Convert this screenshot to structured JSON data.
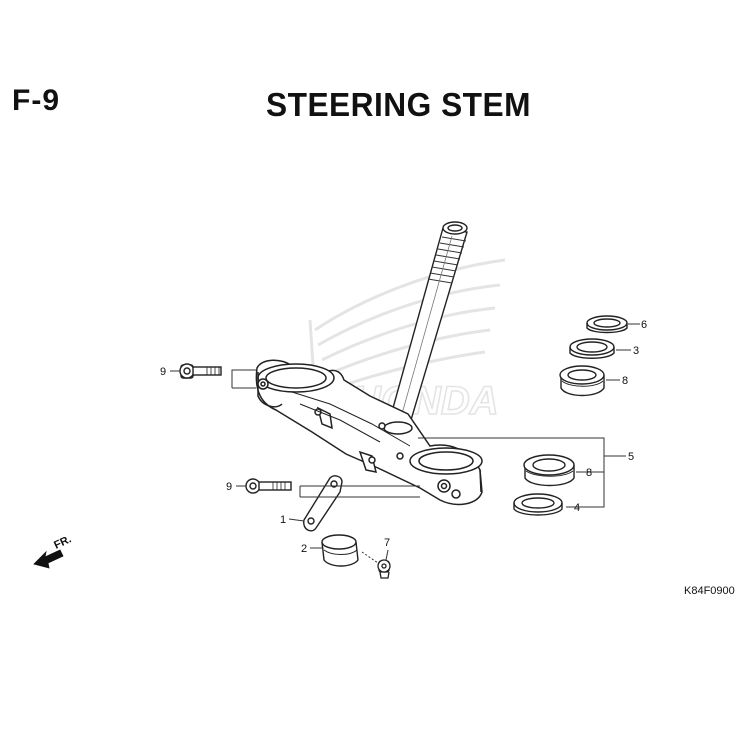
{
  "header": {
    "section_code": "F-9",
    "title": "STEERING STEM"
  },
  "watermark": {
    "brand": "HONDA"
  },
  "direction_indicator": {
    "label": "FR."
  },
  "callouts": [
    {
      "id": "9a",
      "number": "9"
    },
    {
      "id": "9b",
      "number": "9"
    },
    {
      "id": "1",
      "number": "1"
    },
    {
      "id": "2",
      "number": "2"
    },
    {
      "id": "7",
      "number": "7"
    },
    {
      "id": "6",
      "number": "6"
    },
    {
      "id": "3",
      "number": "3"
    },
    {
      "id": "8a",
      "number": "8"
    },
    {
      "id": "5",
      "number": "5"
    },
    {
      "id": "8b",
      "number": "8"
    },
    {
      "id": "4",
      "number": "4"
    }
  ],
  "drawing_code": "K84F0900"
}
